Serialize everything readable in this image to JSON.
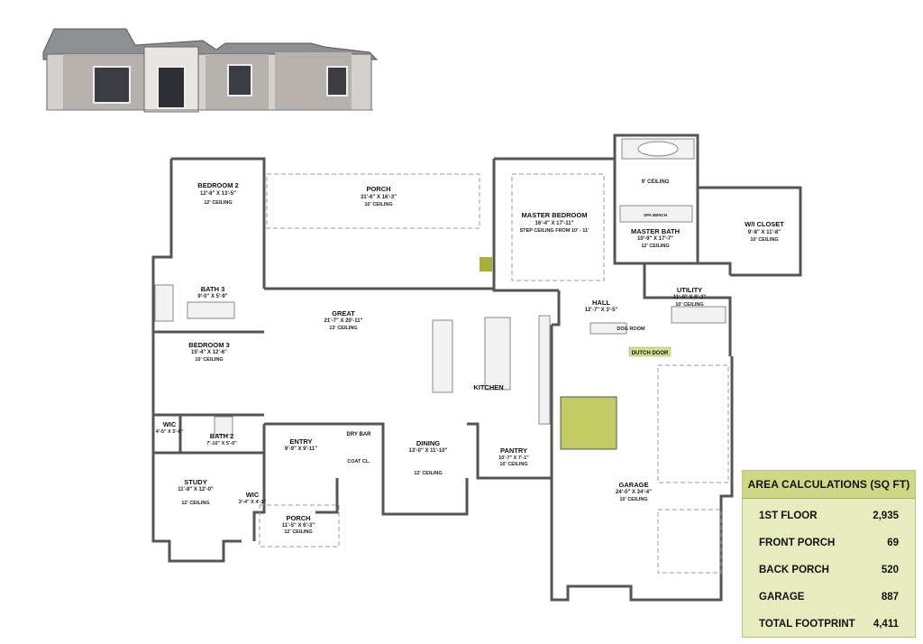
{
  "rooms": {
    "bedroom2": {
      "name": "BEDROOM 2",
      "dims": "12'-8\" X 13'-5\"",
      "ceiling": "12' CEILING"
    },
    "porch_back": {
      "name": "PORCH",
      "dims": "31'-6\" X 16'-3\"",
      "ceiling": "10' CEILING"
    },
    "master_bedroom": {
      "name": "MASTER BEDROOM",
      "dims": "16'-4\" X 17'-11\"",
      "ceiling": "STEP CEILING FROM 10' - 11'"
    },
    "master_bath": {
      "name": "MASTER BATH",
      "dims": "10'-9\" X 17'-7\"",
      "ceiling": "12' CEILING"
    },
    "spa_bench": "SPA BENCH",
    "ceiling_9": "9' CEILING",
    "wi_closet": {
      "name": "W/I CLOSET",
      "dims": "9'-8\" X 11'-8\"",
      "ceiling": "10' CEILING"
    },
    "bath3": {
      "name": "BATH 3",
      "dims": "9'-0\" X 5'-9\""
    },
    "great": {
      "name": "GREAT",
      "dims": "21'-7\" X 20'-11\"",
      "ceiling": "13' CEILING"
    },
    "hall": {
      "name": "HALL",
      "dims": "12'-7\" X 3'-5\""
    },
    "utility": {
      "name": "UTILITY",
      "dims": "11'-0\" X 8'-3\"",
      "ceiling": "10' CEILING"
    },
    "dog_room": "DOG ROOM",
    "dutch_door": "DUTCH DOOR",
    "bedroom3": {
      "name": "BEDROOM 3",
      "dims": "15'-4\" X 12'-6\"",
      "ceiling": "10' CEILING"
    },
    "kitchen": {
      "name": "KITCHEN"
    },
    "wic1": {
      "name": "WIC",
      "dims": "4'-5\" X 5'-0\""
    },
    "bath2": {
      "name": "BATH 2",
      "dims": "7'-10\" X 5'-0\""
    },
    "entry": {
      "name": "ENTRY",
      "dims": "9'-9\" X 9'-11\""
    },
    "dry_bar": "DRY BAR",
    "coat_closet": "COAT CL.",
    "dining": {
      "name": "DINING",
      "dims": "13'-0\" X 11'-10\"",
      "ceiling": "12' CEILING"
    },
    "pantry": {
      "name": "PANTRY",
      "dims": "10'-7\" X 7'-1\"",
      "ceiling": "10' CEILING"
    },
    "study": {
      "name": "STUDY",
      "dims": "11'-8\" X 12'-0\"",
      "ceiling": "12' CEILING"
    },
    "wic2": {
      "name": "WIC",
      "dims": "3'-4\" X 4'-1\""
    },
    "porch_front": {
      "name": "PORCH",
      "dims": "11'-5\" X 6'-3\"",
      "ceiling": "12' CEILING"
    },
    "garage": {
      "name": "GARAGE",
      "dims": "24'-0\" X 34'-4\"",
      "ceiling": "10' CEILING"
    }
  },
  "area": {
    "title": "AREA CALCULATIONS (SQ FT)",
    "rows": [
      {
        "label": "1ST FLOOR",
        "value": "2,935"
      },
      {
        "label": "FRONT PORCH",
        "value": "69"
      },
      {
        "label": "BACK PORCH",
        "value": "520"
      },
      {
        "label": "GARAGE",
        "value": "887"
      },
      {
        "label": "TOTAL FOOTPRINT",
        "value": "4,411"
      }
    ]
  },
  "colors": {
    "wall": "#555555",
    "area_bg": "#e6ecbd",
    "area_header": "#cfd985",
    "highlight": "#c3cc64"
  }
}
